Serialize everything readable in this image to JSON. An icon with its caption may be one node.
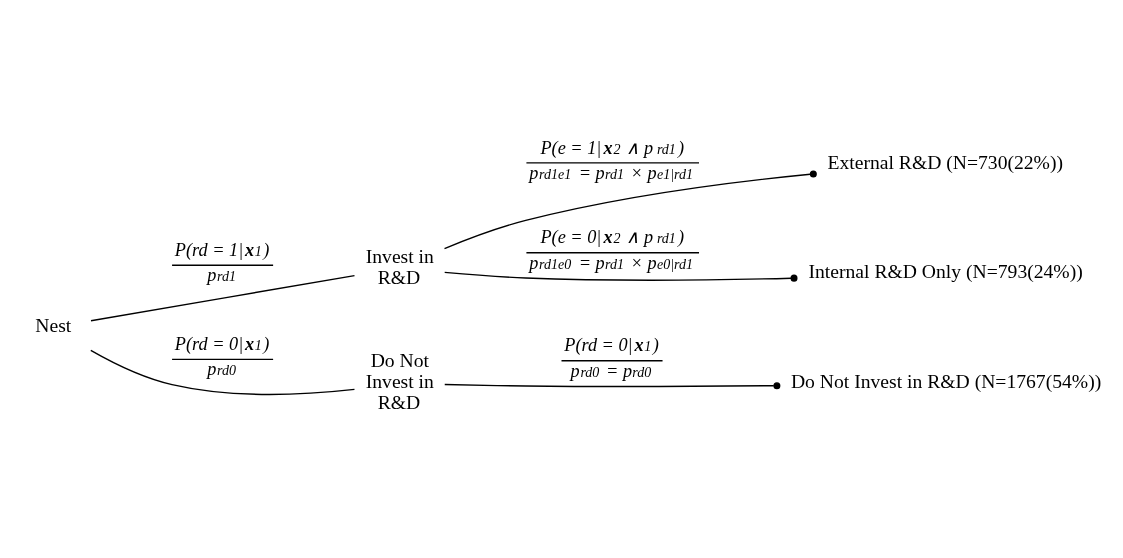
{
  "diagram": {
    "nodes": [
      {
        "text": [
          "Nest"
        ]
      },
      {
        "text": [
          "Invest in R&D"
        ]
      },
      {
        "text": [
          "Do Not Invest in R&D"
        ]
      },
      {
        "text": [
          "External R&D (N=730(22%))"
        ]
      },
      {
        "text": [
          "Internal R&D Only (N=793(24%))"
        ]
      },
      {
        "text": [
          "Do Not Invest in R&D (N=1767(54%))"
        ]
      }
    ],
    "edges": [
      {
        "from": 0,
        "to": 1,
        "arrow": "none",
        "label": [
          "P(rd = 1|**x**$_{1}$)",
          "p$_{rd1}$"
        ]
      },
      {
        "from": 0,
        "to": 2,
        "arrow": "none",
        "label": [
          "P(rd = 0|**x**$_{1}$)",
          "p$_{rd0}$"
        ]
      },
      {
        "from": 1,
        "to": 3,
        "arrow": "other",
        "label": [
          "P(e = 1|**x**$_{2}$ ∧ p$_{rd1}$)",
          "p$_{rd1e1}$ = p$_{rd1}$ × p$_{e1|rd1}$"
        ]
      },
      {
        "from": 1,
        "to": 4,
        "arrow": "other",
        "label": [
          "P(e = 0|**x**$_{2}$ ∧ p$_{rd1}$)",
          "p$_{rd1e0}$ = p$_{rd1}$ × p$_{e0|rd1}$"
        ]
      },
      {
        "from": 2,
        "to": 5,
        "arrow": "other",
        "label": [
          "P(rd = 0|**x**$_{1}$)",
          "p$_{rd0}$ = p$_{rd0}$"
        ]
      }
    ]
  }
}
